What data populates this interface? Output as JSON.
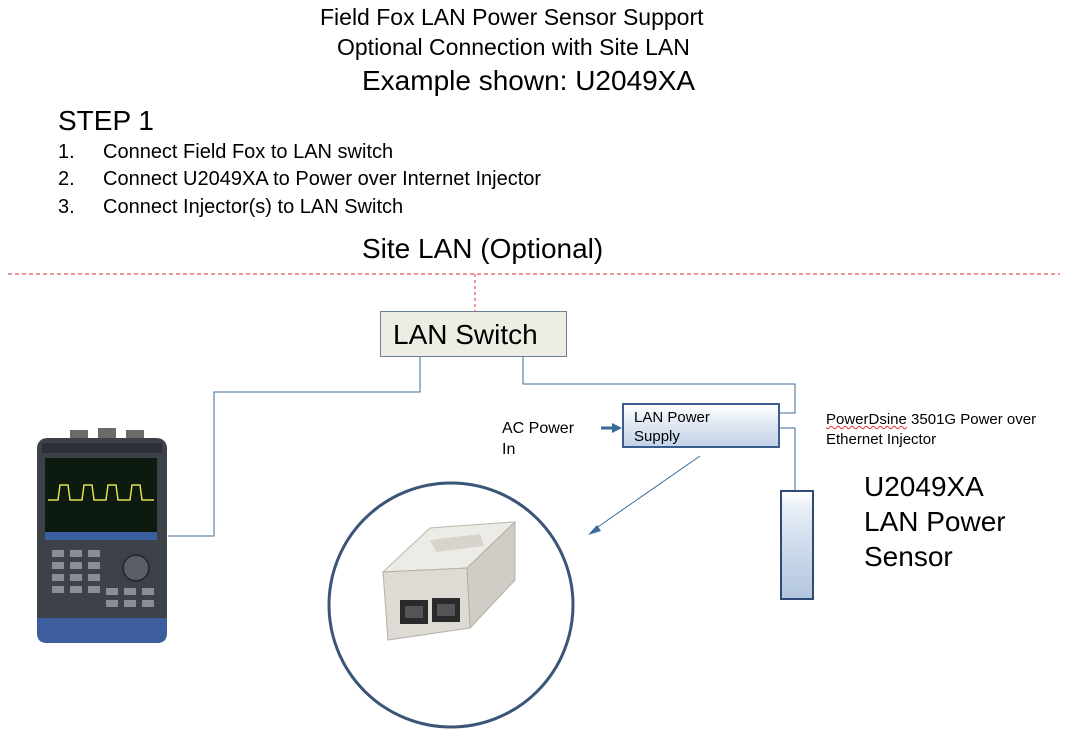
{
  "title": {
    "line1": "Field Fox LAN Power Sensor Support",
    "line2": "Optional Connection with Site LAN",
    "line3": "Example shown: U2049XA"
  },
  "steps": {
    "heading": "STEP 1",
    "items": [
      {
        "num": "1.",
        "text": "Connect Field Fox to LAN switch"
      },
      {
        "num": "2.",
        "text": "Connect U2049XA to Power over Internet Injector"
      },
      {
        "num": "3.",
        "text": "Connect Injector(s) to LAN Switch"
      }
    ]
  },
  "site_lan": "Site LAN (Optional)",
  "lan_switch": "LAN Switch",
  "ac_power": "AC Power\nIn",
  "lan_power_supply": "LAN Power\nSupply",
  "poe_injector": {
    "brand": "PowerDsine",
    "line1_rest": " 3501G Power over",
    "line2": "Ethernet Injector"
  },
  "sensor_label": "U2049XA\nLAN Power\nSensor",
  "colors": {
    "dashed_line": "#e03030",
    "connector": "#3a6a9a",
    "box_border": "#3c5c8e",
    "switch_fill": "#eeede3",
    "circle_border": "#3b5578"
  }
}
